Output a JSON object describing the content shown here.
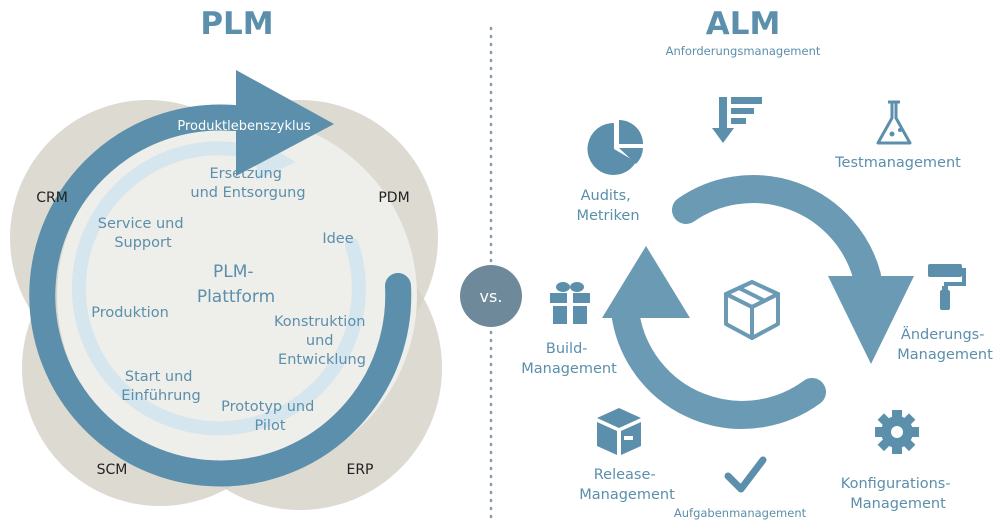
{
  "colors": {
    "accent": "#5b8fab",
    "light_blue": "#c9dde8",
    "beige": "#d4d1c7",
    "vs_circle": "#6e8a9a",
    "text_dark": "#222222"
  },
  "plm": {
    "title": "PLM",
    "arrow_label": "Produktlebenszyklus",
    "systems": {
      "crm": "CRM",
      "pdm": "PDM",
      "scm": "SCM",
      "erp": "ERP"
    },
    "center": [
      "PLM-",
      "Plattform"
    ],
    "stages": {
      "ersetzung": [
        "Ersetzung",
        "und Entsorgung"
      ],
      "service": [
        "Service und",
        "Support"
      ],
      "idee": [
        "Idee"
      ],
      "produktion": [
        "Produktion"
      ],
      "konstruktion": [
        "Konstruktion",
        "und",
        "Entwicklung"
      ],
      "start": [
        "Start und",
        "Einführung"
      ],
      "prototyp": [
        "Prototyp und",
        "Pilot"
      ]
    }
  },
  "vs_label": "vs.",
  "alm": {
    "title": "ALM",
    "items": {
      "anforderung": {
        "label": [
          "Anforderungsmanagement"
        ],
        "icon": "sort-descending-icon"
      },
      "test": {
        "label": [
          "Testmanagement"
        ],
        "icon": "flask-icon"
      },
      "audits": {
        "label": [
          "Audits,",
          "Metriken"
        ],
        "icon": "pie-chart-icon"
      },
      "aenderung": {
        "label": [
          "Änderungs-",
          "Management"
        ],
        "icon": "paint-roller-icon"
      },
      "build": {
        "label": [
          "Build-",
          "Management"
        ],
        "icon": "gift-icon"
      },
      "konfiguration": {
        "label": [
          "Konfigurations-",
          "Management"
        ],
        "icon": "gear-icon"
      },
      "release": {
        "label": [
          "Release-",
          "Management"
        ],
        "icon": "package-icon"
      },
      "aufgaben": {
        "label": [
          "Aufgabenmanagement"
        ],
        "icon": "checkmark-icon"
      },
      "center": {
        "icon": "box-icon"
      }
    }
  }
}
